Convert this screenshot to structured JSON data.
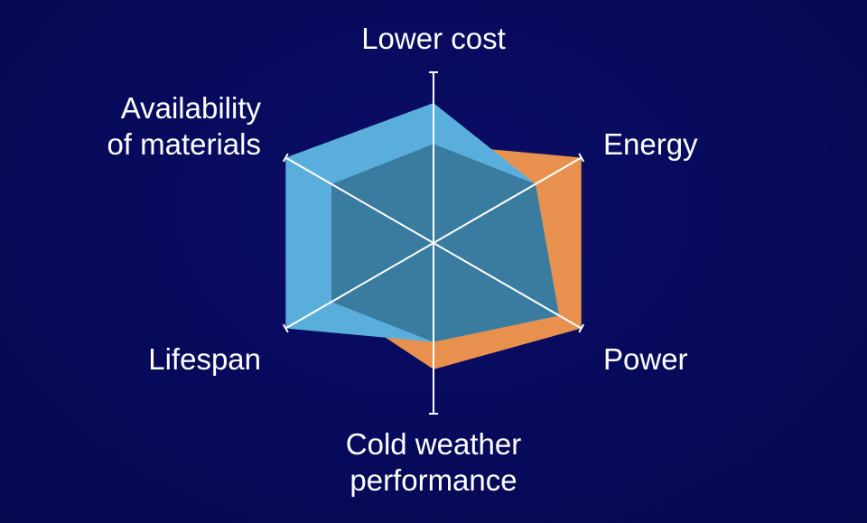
{
  "chart_data": {
    "type": "radar",
    "axes": [
      {
        "key": "lower_cost",
        "label": [
          "Lower cost"
        ]
      },
      {
        "key": "energy",
        "label": [
          "Energy"
        ]
      },
      {
        "key": "power",
        "label": [
          "Power"
        ]
      },
      {
        "key": "cold_weather",
        "label": [
          "Cold weather",
          "performance"
        ]
      },
      {
        "key": "lifespan",
        "label": [
          "Lifespan"
        ]
      },
      {
        "key": "availability",
        "label": [
          "Availability",
          "of materials"
        ]
      }
    ],
    "range": [
      0,
      1
    ],
    "series": [
      {
        "color": "#e8914f",
        "values": [
          0.58,
          1.0,
          1.0,
          0.74,
          0.69,
          0.69
        ]
      },
      {
        "color": "#5aaedc",
        "values": [
          0.82,
          0.69,
          0.85,
          0.58,
          1.0,
          1.0
        ]
      }
    ],
    "overlap_color": "#3a7ba0",
    "axis_color": "#ffffff",
    "background": "#07095a"
  }
}
